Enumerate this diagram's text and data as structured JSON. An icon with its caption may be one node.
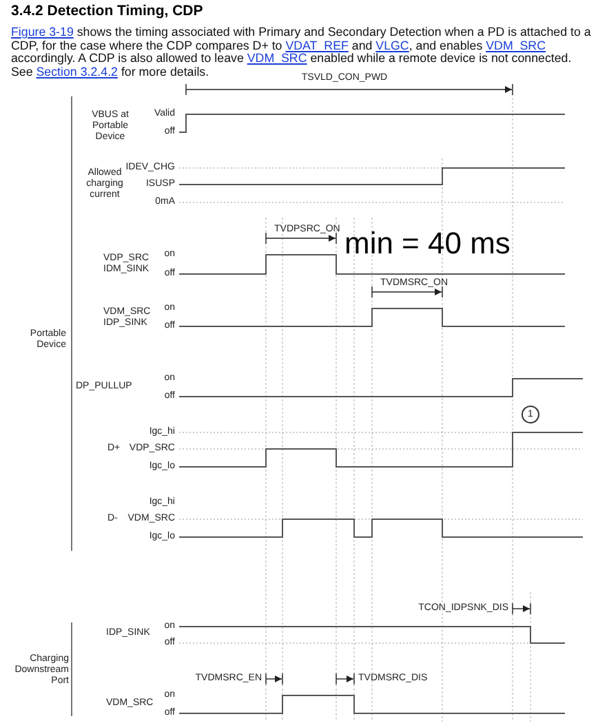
{
  "diagram": {
    "title": "3.4.2 Detection Timing, CDP",
    "labels": [
      "Figure 3-19",
      "shows the timing associated with Primary and Secondary Detection when a PD is attached to a CDP, for the case where the CDP compares D+ to",
      "VDAT_REF",
      "and",
      "VLGC",
      ", and enables",
      "VDM_SRC",
      "accordingly. A CDP is also allowed to leave",
      "VDM_SRC",
      "enabled while a remote device is not connected. See",
      "Section 3.2.4.2",
      "for more details.",
      "TSVLD_CON_PWD",
      "VBUS at Portable Device",
      "Valid",
      "off",
      "Allowed charging current",
      "IDEV_CHG",
      "ISUSP",
      "0mA",
      "TVDPSRC_ON",
      "min = 40 ms",
      "VDP_SRC IDM_SINK",
      "on",
      "off",
      "TVDMSRC_ON",
      "VDM_SRC IDP_SINK",
      "on",
      "off",
      "Portable Device",
      "DP_PULLUP",
      "on",
      "off",
      "1",
      "Igc_hi",
      "D+",
      "VDP_SRC",
      "Igc_lo",
      "Igc_hi",
      "D-",
      "VDM_SRC",
      "Igc_lo",
      "TCON_IDPSNK_DIS",
      "IDP_SINK",
      "on",
      "off",
      "Charging Downstream Port",
      "TVDMSRC_EN",
      "TVDMSRC_DIS",
      "VDM_SRC",
      "on",
      "off"
    ]
  }
}
